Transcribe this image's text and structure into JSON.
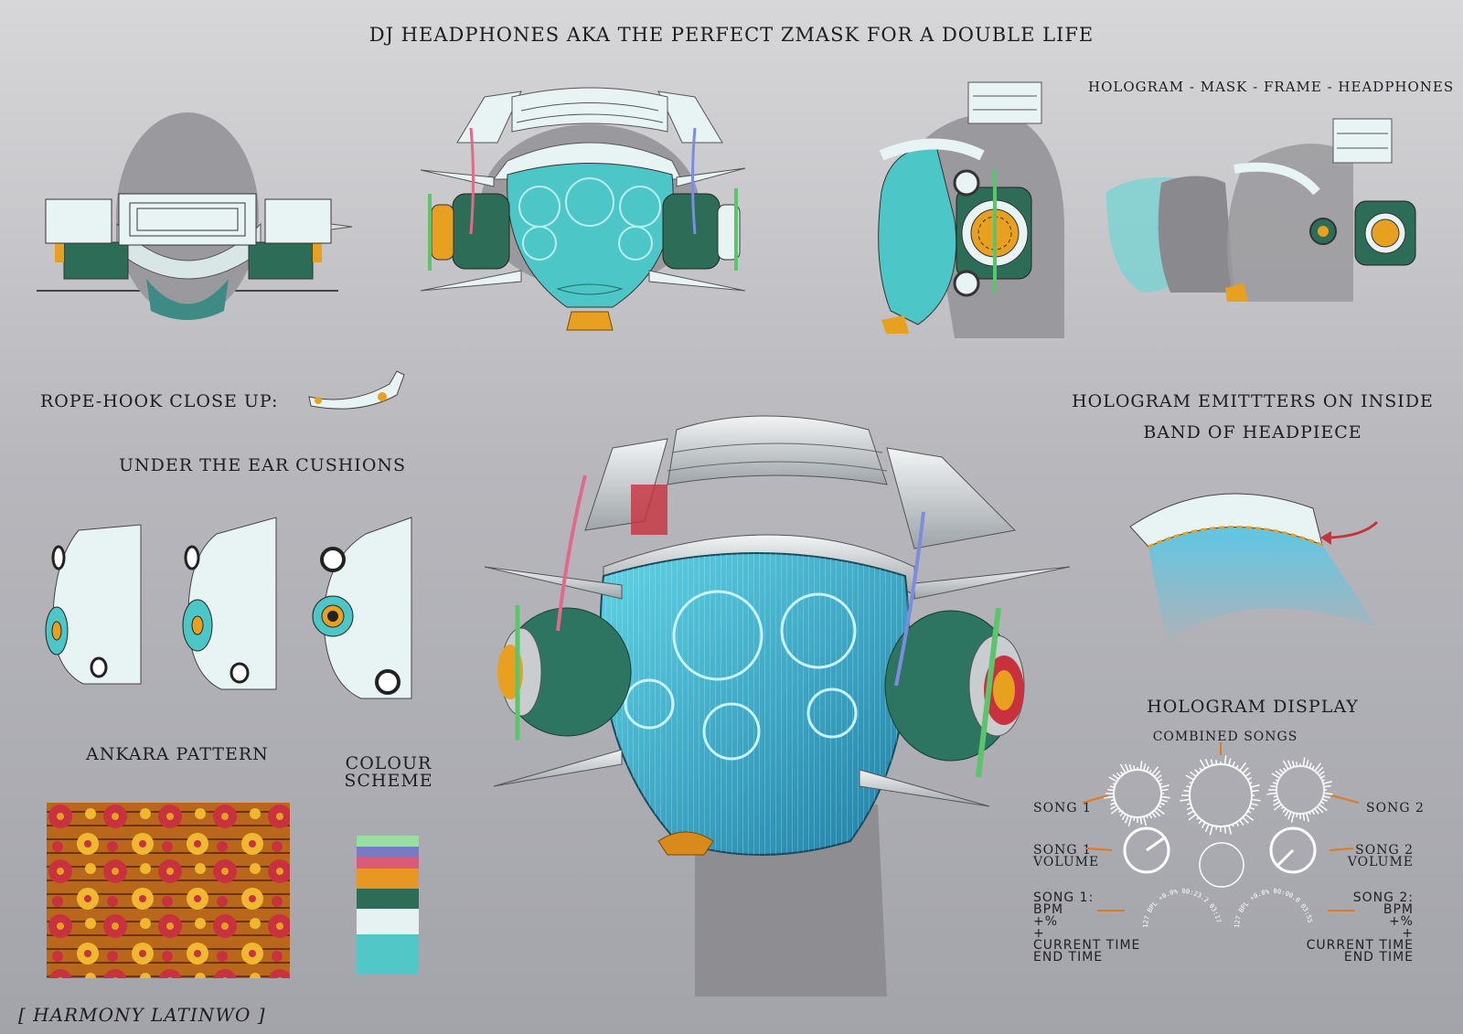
{
  "title": "DJ HEADPHONES AKA THE PERFECT ZMASK FOR A DOUBLE LIFE",
  "labels": {
    "hologram_sequence": "HOLOGRAM - MASK - FRAME - HEADPHONES",
    "rope_hook": "ROPE-HOOK CLOSE UP:",
    "under_ear": "UNDER THE EAR CUSHIONS",
    "emitters_line1": "HOLOGRAM EMITTTERS ON INSIDE",
    "emitters_line2": "BAND OF HEADPIECE",
    "ankara": "ANKARA PATTERN",
    "colour_line1": "COLOUR",
    "colour_line2": "SCHEME",
    "hologram_display": "HOLOGRAM DISPLAY",
    "signature": "[ HARMONY LATINWO ]"
  },
  "display": {
    "combined": "COMBINED SONGS",
    "song1": "SONG 1",
    "song2": "SONG 2",
    "song1_volume_a": "SONG 1",
    "song1_volume_b": "VOLUME",
    "song2_volume_a": "SONG 2",
    "song2_volume_b": "VOLUME",
    "song1_info": [
      "SONG 1:",
      "BPM",
      "+%",
      "+",
      "CURRENT TIME",
      "END TIME"
    ],
    "song2_info": [
      "SONG 2:",
      "BPM",
      "+%",
      "+",
      "CURRENT TIME",
      "END TIME"
    ],
    "dial1_text": "127 BPL +0.0% 00:23.2 03:17",
    "dial2_text": "127 BPL +0.0% 00:00.0 03:55"
  },
  "colours": {
    "palette": [
      "#98e0a0",
      "#7a79c4",
      "#d85b78",
      "#e89822",
      "#2d6d57",
      "#e6f2f2",
      "#52c7c7"
    ],
    "teal": "#4cc6c6",
    "green": "#2d6d57",
    "orange": "#e8a020",
    "pink": "#e06a8a",
    "blue": "#7c8de0",
    "white": "#e8f3f3",
    "red": "#c8323e"
  }
}
